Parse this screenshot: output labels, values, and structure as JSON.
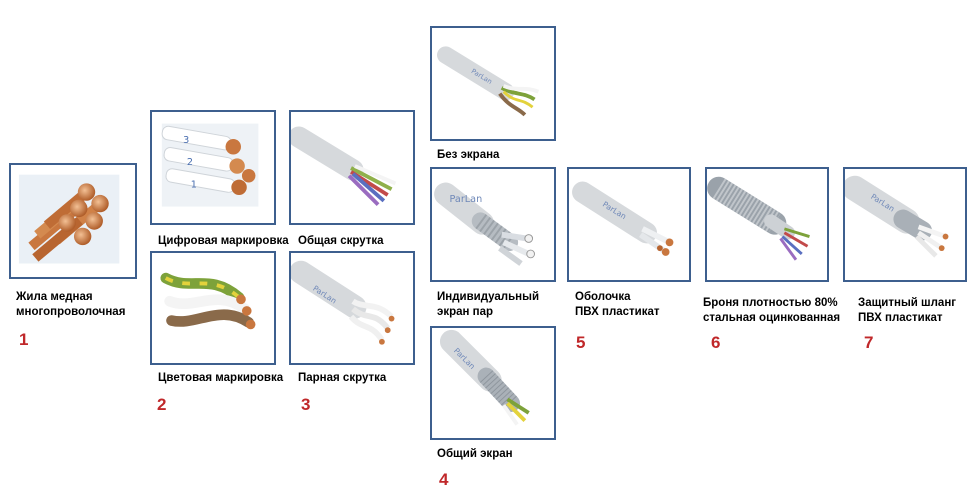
{
  "items": [
    {
      "label": "Жила медная\nмногопроволочная",
      "number": "1"
    },
    {
      "label": "Цифровая маркировка"
    },
    {
      "label": "Цветовая маркировка",
      "number": "2"
    },
    {
      "label": "Общая скрутка"
    },
    {
      "label": "Парная скрутка",
      "number": "3"
    },
    {
      "label": "Без экрана"
    },
    {
      "label": "Индивидуальный\nэкран пар"
    },
    {
      "label": "Общий экран",
      "number": "4"
    },
    {
      "label": "Оболочка\nПВХ пластикат",
      "number": "5"
    },
    {
      "label": "Броня плотностью 80%\nстальная оцинкованная",
      "number": "6"
    },
    {
      "label": "Защитный шланг\nПВХ пластикат",
      "number": "7"
    }
  ],
  "brand_mark": "ParLan",
  "core_marks": [
    "1",
    "2",
    "3"
  ],
  "colors": {
    "frame": "#3d5f8e",
    "number": "#c0282a",
    "copper": "#c9773f",
    "jacket": "#d6d9dc"
  }
}
